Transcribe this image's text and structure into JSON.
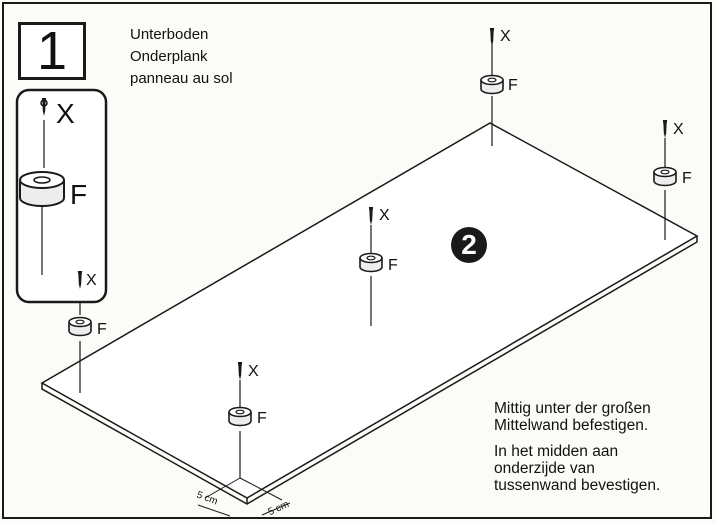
{
  "step": {
    "number": "1"
  },
  "title": {
    "de": "Unterboden",
    "nl": "Onderplank",
    "fr": "panneau au sol"
  },
  "detail": {
    "screw_label": "X",
    "foot_label": "F"
  },
  "parts": {
    "screw_label": "X",
    "foot_label": "F"
  },
  "badge": {
    "number": "2"
  },
  "notes": {
    "de_line1": "Mittig unter der großen",
    "de_line2": "Mittelwand befestigen.",
    "nl_line1": "In het midden aan",
    "nl_line2": "onderzijde van",
    "nl_line3": "tussenwand bevestigen."
  },
  "dimensions": {
    "left": "5 cm",
    "right": "5 cm"
  },
  "colors": {
    "ink": "#1a1a1a",
    "paper": "#fbfbf8"
  }
}
